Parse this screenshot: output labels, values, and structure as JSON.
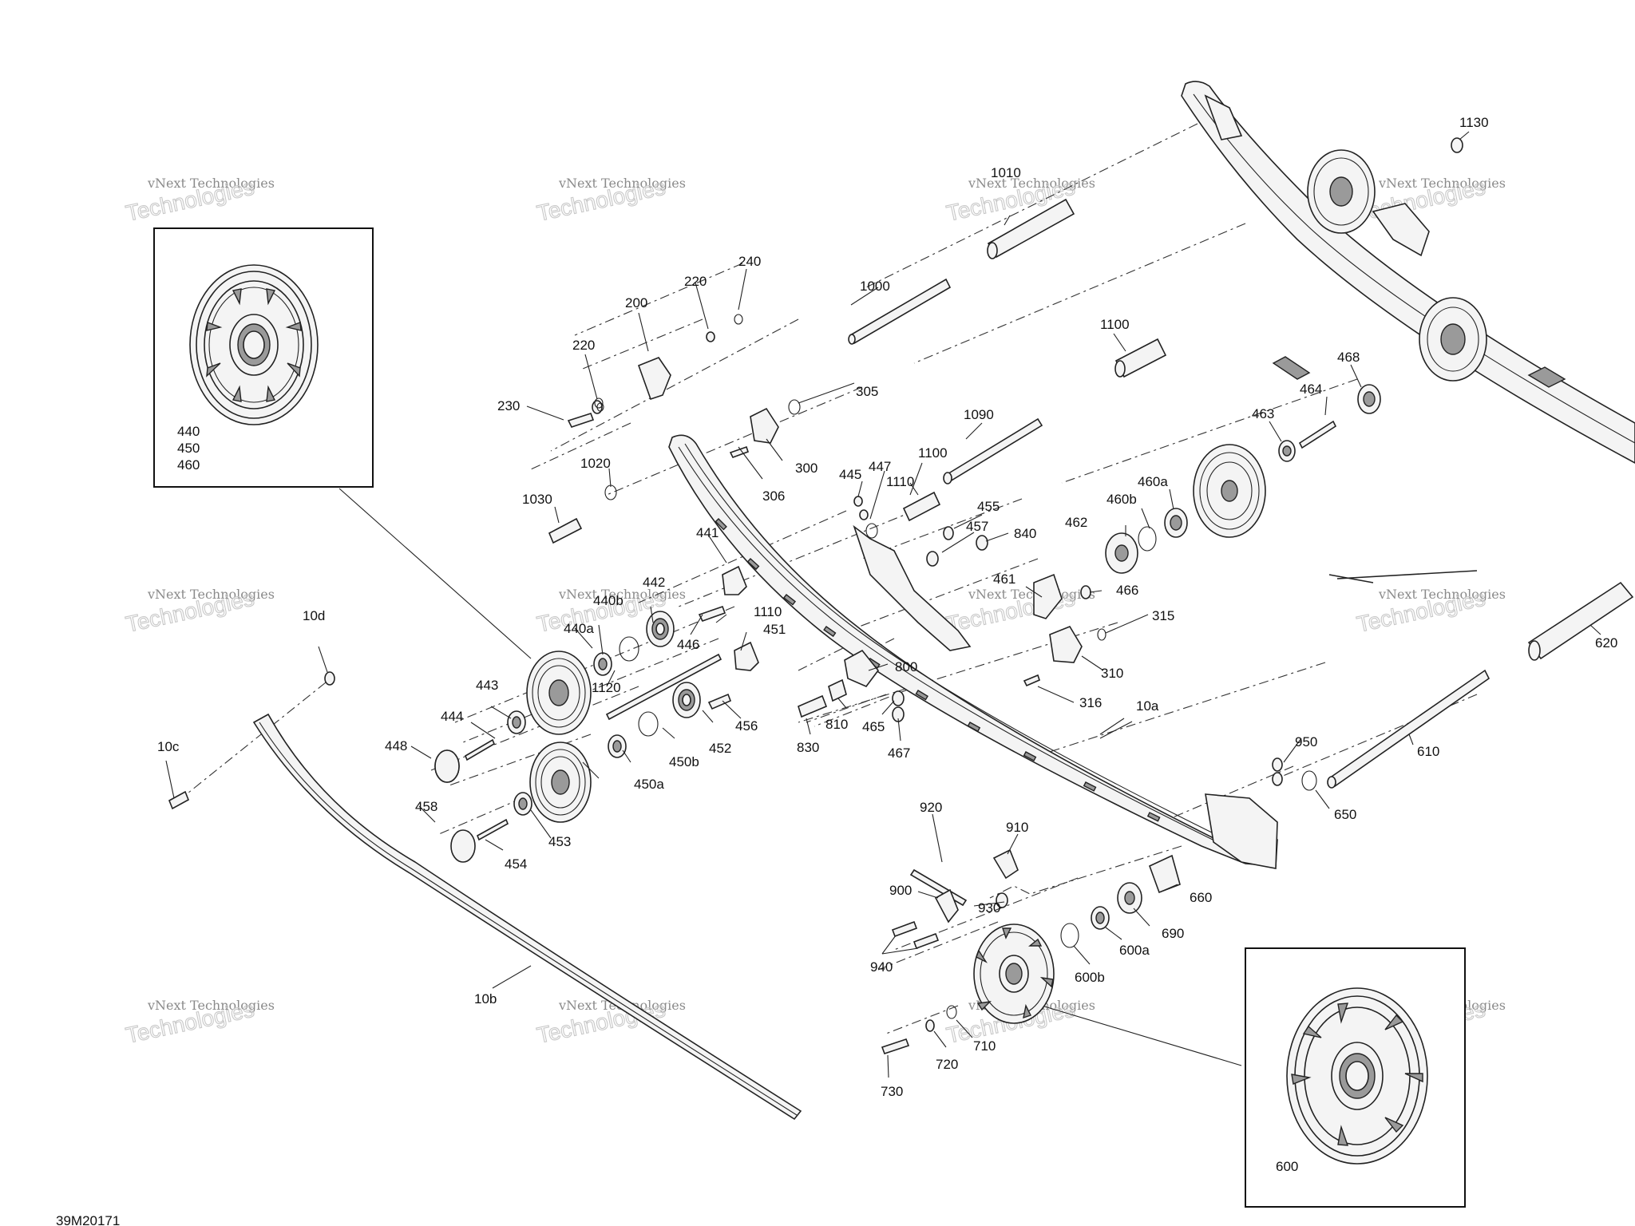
{
  "diagram_code": "39M20171",
  "watermark": {
    "line1": "vNext Technologies",
    "line2": "Technologies"
  },
  "inset_left": {
    "labels": [
      "440",
      "450",
      "460"
    ]
  },
  "inset_right": {
    "labels": [
      "600"
    ]
  },
  "callouts": [
    "10a",
    "10b",
    "10c",
    "10d",
    "200",
    "220",
    "220",
    "230",
    "240",
    "300",
    "305",
    "306",
    "310",
    "315",
    "316",
    "440a",
    "440b",
    "441",
    "442",
    "443",
    "444",
    "445",
    "446",
    "447",
    "448",
    "450a",
    "450b",
    "451",
    "452",
    "453",
    "454",
    "455",
    "456",
    "457",
    "458",
    "460a",
    "460b",
    "461",
    "462",
    "463",
    "464",
    "465",
    "466",
    "467",
    "468",
    "600a",
    "600b",
    "610",
    "620",
    "650",
    "660",
    "690",
    "710",
    "720",
    "730",
    "800",
    "810",
    "830",
    "840",
    "900",
    "910",
    "920",
    "930",
    "940",
    "950",
    "1000",
    "1010",
    "1020",
    "1030",
    "1090",
    "1100",
    "1100",
    "1110",
    "1110",
    "1120",
    "1130"
  ]
}
